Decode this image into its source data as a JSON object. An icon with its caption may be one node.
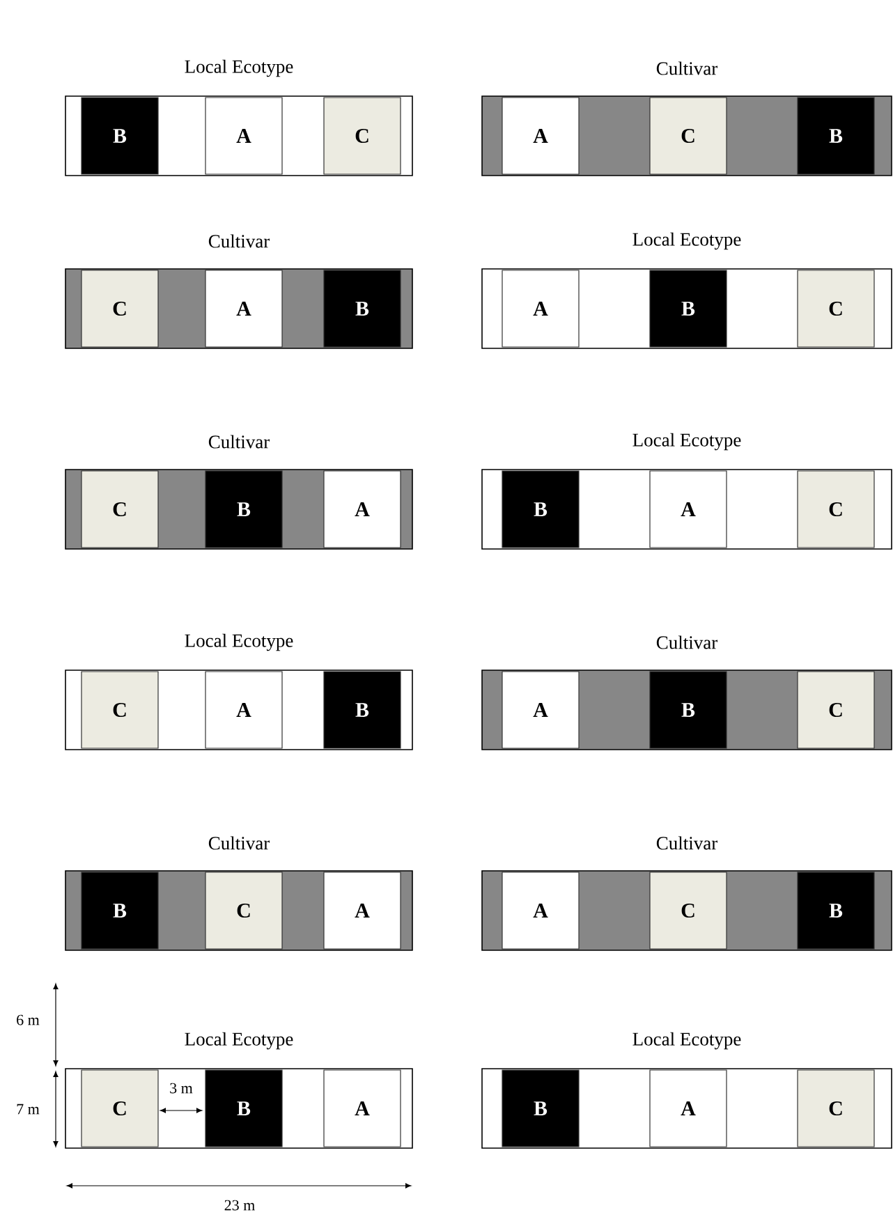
{
  "diagram": {
    "nodes": [
      {
        "text": [
          "Local Ecotype"
        ]
      },
      {
        "text": [
          "B"
        ],
        "in": 0
      },
      {
        "text": [
          "A"
        ],
        "in": 0
      },
      {
        "text": [
          "C"
        ],
        "in": 0
      },
      {
        "text": [
          "Cultivar"
        ]
      },
      {
        "text": [
          "A"
        ],
        "in": 4
      },
      {
        "text": [
          "C"
        ],
        "in": 4
      },
      {
        "text": [
          "B"
        ],
        "in": 4
      },
      {
        "text": [
          "Cultivar"
        ]
      },
      {
        "text": [
          "C"
        ],
        "in": 8
      },
      {
        "text": [
          "A"
        ],
        "in": 8
      },
      {
        "text": [
          "B"
        ],
        "in": 8
      },
      {
        "text": [
          "Local Ecotype"
        ]
      },
      {
        "text": [
          "A"
        ],
        "in": 12
      },
      {
        "text": [
          "B"
        ],
        "in": 12
      },
      {
        "text": [
          "C"
        ],
        "in": 12
      },
      {
        "text": [
          "Cultivar"
        ]
      },
      {
        "text": [
          "C"
        ],
        "in": 16
      },
      {
        "text": [
          "B"
        ],
        "in": 16
      },
      {
        "text": [
          "A"
        ],
        "in": 16
      },
      {
        "text": [
          "Local Ecotype"
        ]
      },
      {
        "text": [
          "B"
        ],
        "in": 20
      },
      {
        "text": [
          "A"
        ],
        "in": 20
      },
      {
        "text": [
          "C"
        ],
        "in": 20
      },
      {
        "text": [
          "Local Ecotype"
        ]
      },
      {
        "text": [
          "C"
        ],
        "in": 24
      },
      {
        "text": [
          "A"
        ],
        "in": 24
      },
      {
        "text": [
          "B"
        ],
        "in": 24
      },
      {
        "text": [
          "Cultivar"
        ]
      },
      {
        "text": [
          "A"
        ],
        "in": 28
      },
      {
        "text": [
          "B"
        ],
        "in": 28
      },
      {
        "text": [
          "C"
        ],
        "in": 28
      },
      {
        "text": [
          "Cultivar"
        ]
      },
      {
        "text": [
          "B"
        ],
        "in": 32
      },
      {
        "text": [
          "C"
        ],
        "in": 32
      },
      {
        "text": [
          "A"
        ],
        "in": 32
      },
      {
        "text": [
          "Cultivar"
        ]
      },
      {
        "text": [
          "A"
        ],
        "in": 36
      },
      {
        "text": [
          "C"
        ],
        "in": 36
      },
      {
        "text": [
          "B"
        ],
        "in": 36
      },
      {
        "text": [
          "Local Ecotype"
        ]
      },
      {
        "text": [
          "C"
        ],
        "in": 40
      },
      {
        "text": [
          "B"
        ],
        "in": 40
      },
      {
        "text": [
          "A"
        ],
        "in": 40
      },
      {
        "text": [
          "Local Ecotype"
        ]
      },
      {
        "text": [
          "B"
        ],
        "in": 44
      },
      {
        "text": [
          "A"
        ],
        "in": 44
      },
      {
        "text": [
          "C"
        ],
        "in": 44
      }
    ],
    "labels": [
      "6 m",
      "3 m",
      "7 m",
      "23 m"
    ]
  }
}
